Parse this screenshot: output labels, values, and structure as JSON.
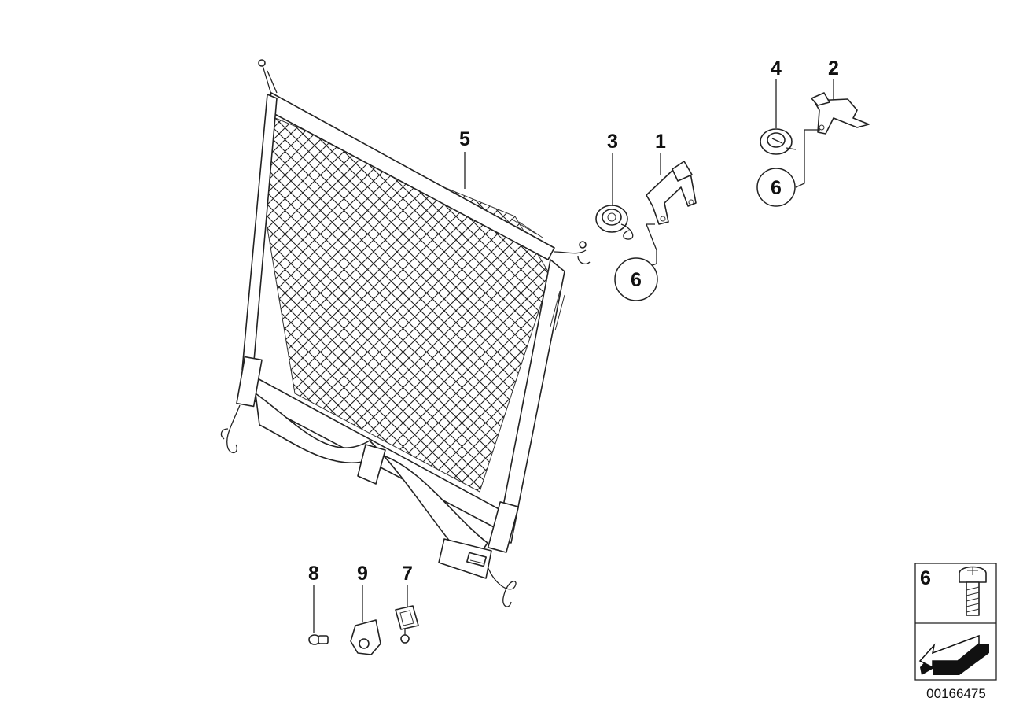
{
  "callouts": {
    "c1": "1",
    "c2": "2",
    "c3": "3",
    "c4": "4",
    "c5": "5",
    "c6a": "6",
    "c6b": "6",
    "c7": "7",
    "c8": "8",
    "c9": "9"
  },
  "legend": {
    "number": "6"
  },
  "image_code": "00166475"
}
